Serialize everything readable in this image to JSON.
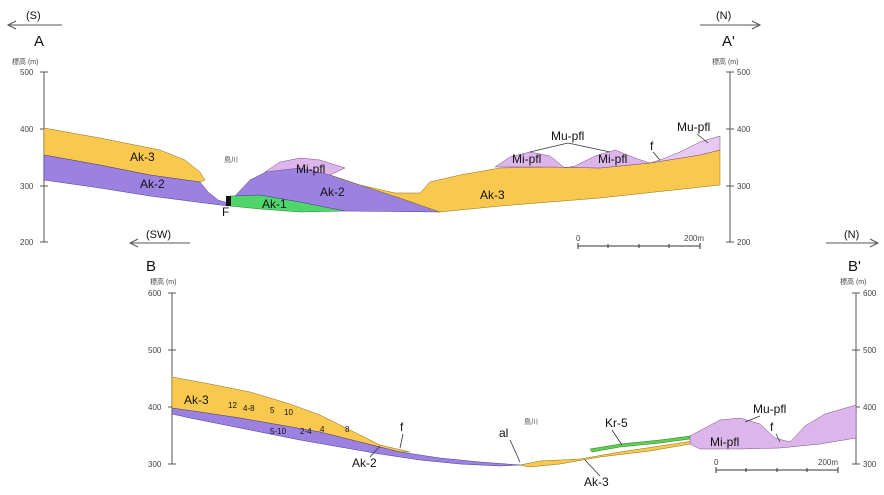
{
  "section_a": {
    "left_direction": "(S)",
    "right_direction": "(N)",
    "left_endpoint": "A",
    "right_endpoint": "A'",
    "axis_title_left": "標高 (m)",
    "axis_title_right": "標高 (m)",
    "ticks": [
      "500",
      "400",
      "300",
      "200"
    ],
    "scale_start": "0",
    "scale_end": "200m",
    "river": "鳥川",
    "labels": {
      "ak3_left": "Ak-3",
      "ak2_left": "Ak-2",
      "ak1": "Ak-1",
      "ak2_mid": "Ak-2",
      "ak3_right": "Ak-3",
      "mipfl_center": "Mi-pfl",
      "mipfl_right1": "Mi-pfl",
      "mipfl_right2": "Mi-pfl",
      "mupfl_callout": "Mu-pfl",
      "mupfl_right": "Mu-pfl",
      "fault_f_lower": "F",
      "fault_f_upper": "f"
    },
    "colors": {
      "ak3": "#f9c84e",
      "ak2": "#9b82e0",
      "ak1": "#4fd66a",
      "mipfl": "#dcb6ea",
      "mupfl": "#e7c9f1"
    }
  },
  "section_b": {
    "left_direction": "(SW)",
    "right_direction": "(N)",
    "left_endpoint": "B",
    "right_endpoint": "B'",
    "axis_title_left": "標高 (m)",
    "axis_title_right": "標高 (m)",
    "ticks": [
      "600",
      "500",
      "400",
      "300"
    ],
    "scale_start": "0",
    "scale_end": "200m",
    "river": "鳥川",
    "labels": {
      "ak3_left": "Ak-3",
      "ak2": "Ak-2",
      "ak3_bottom": "Ak-3",
      "al": "al",
      "kr5": "Kr-5",
      "mipfl": "Mi-pfl",
      "mupfl": "Mu-pfl",
      "fault_f1": "f",
      "fault_f2": "f"
    },
    "boreholes": [
      "12",
      "4-8",
      "5",
      "10",
      "5-10",
      "2-4",
      "4",
      "8"
    ],
    "colors": {
      "ak3": "#f9c84e",
      "ak2": "#9b82e0",
      "kr5": "#5fcf4f",
      "mipfl": "#dcb6ea"
    }
  }
}
